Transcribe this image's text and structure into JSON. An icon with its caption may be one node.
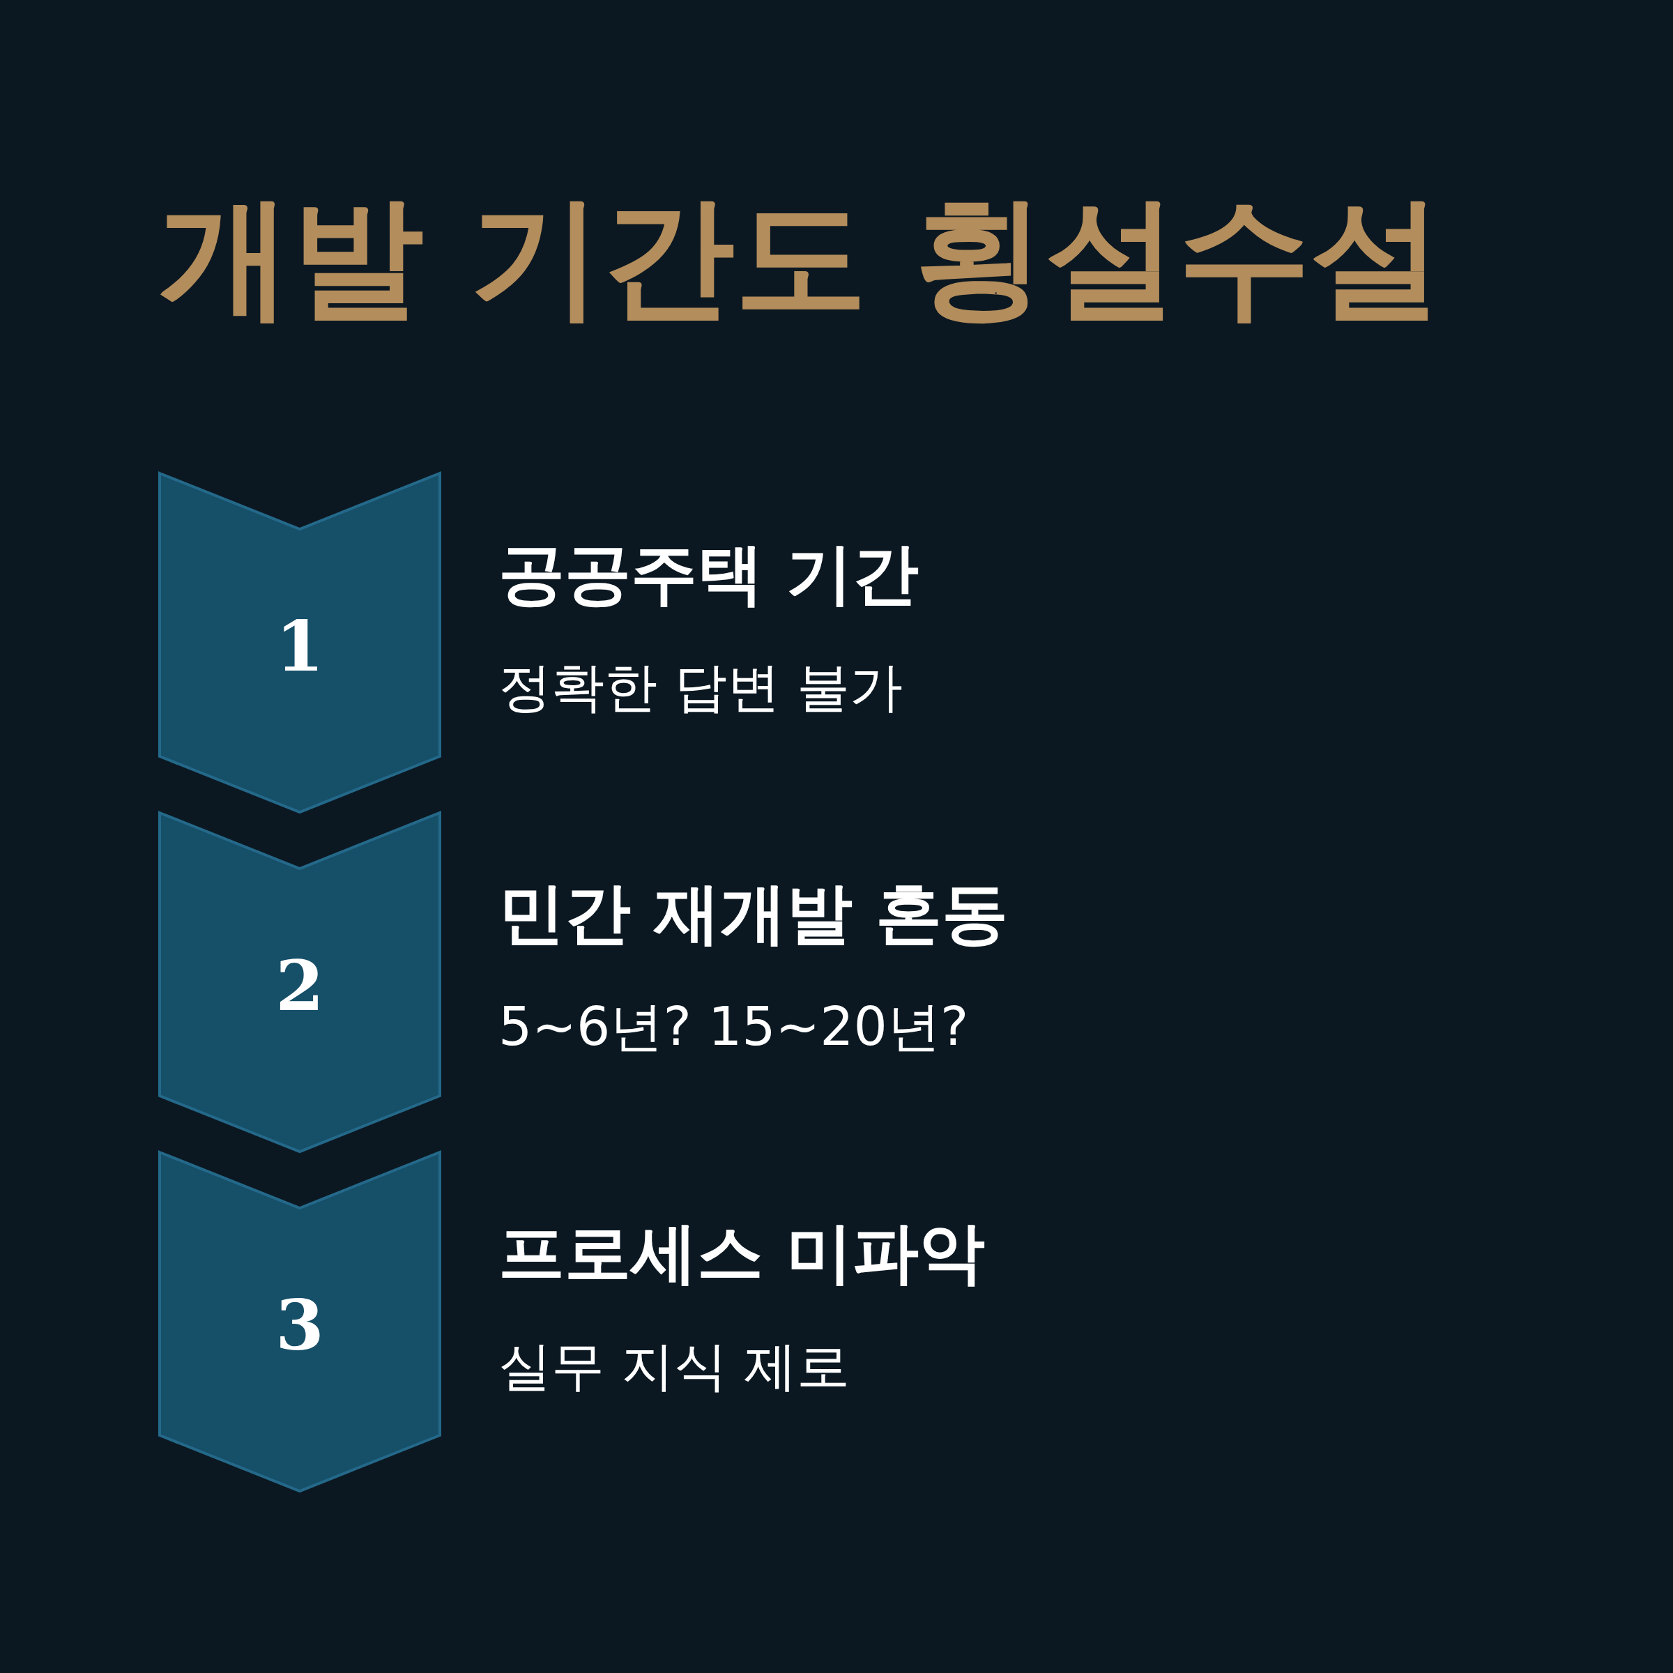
{
  "diagram": {
    "title": "개발 기간도 횡설수설",
    "nodes": [
      {
        "text": [
          "1"
        ],
        "beside": [
          "공공주택 기간",
          "정확한 답변 불가"
        ]
      },
      {
        "text": [
          "2"
        ],
        "beside": [
          "민간 재개발 혼동",
          "5~6년? 15~20년?"
        ]
      },
      {
        "text": [
          "3"
        ],
        "beside": [
          "프로세스 미파악",
          "실무 지식 제로"
        ]
      }
    ],
    "edges": []
  }
}
